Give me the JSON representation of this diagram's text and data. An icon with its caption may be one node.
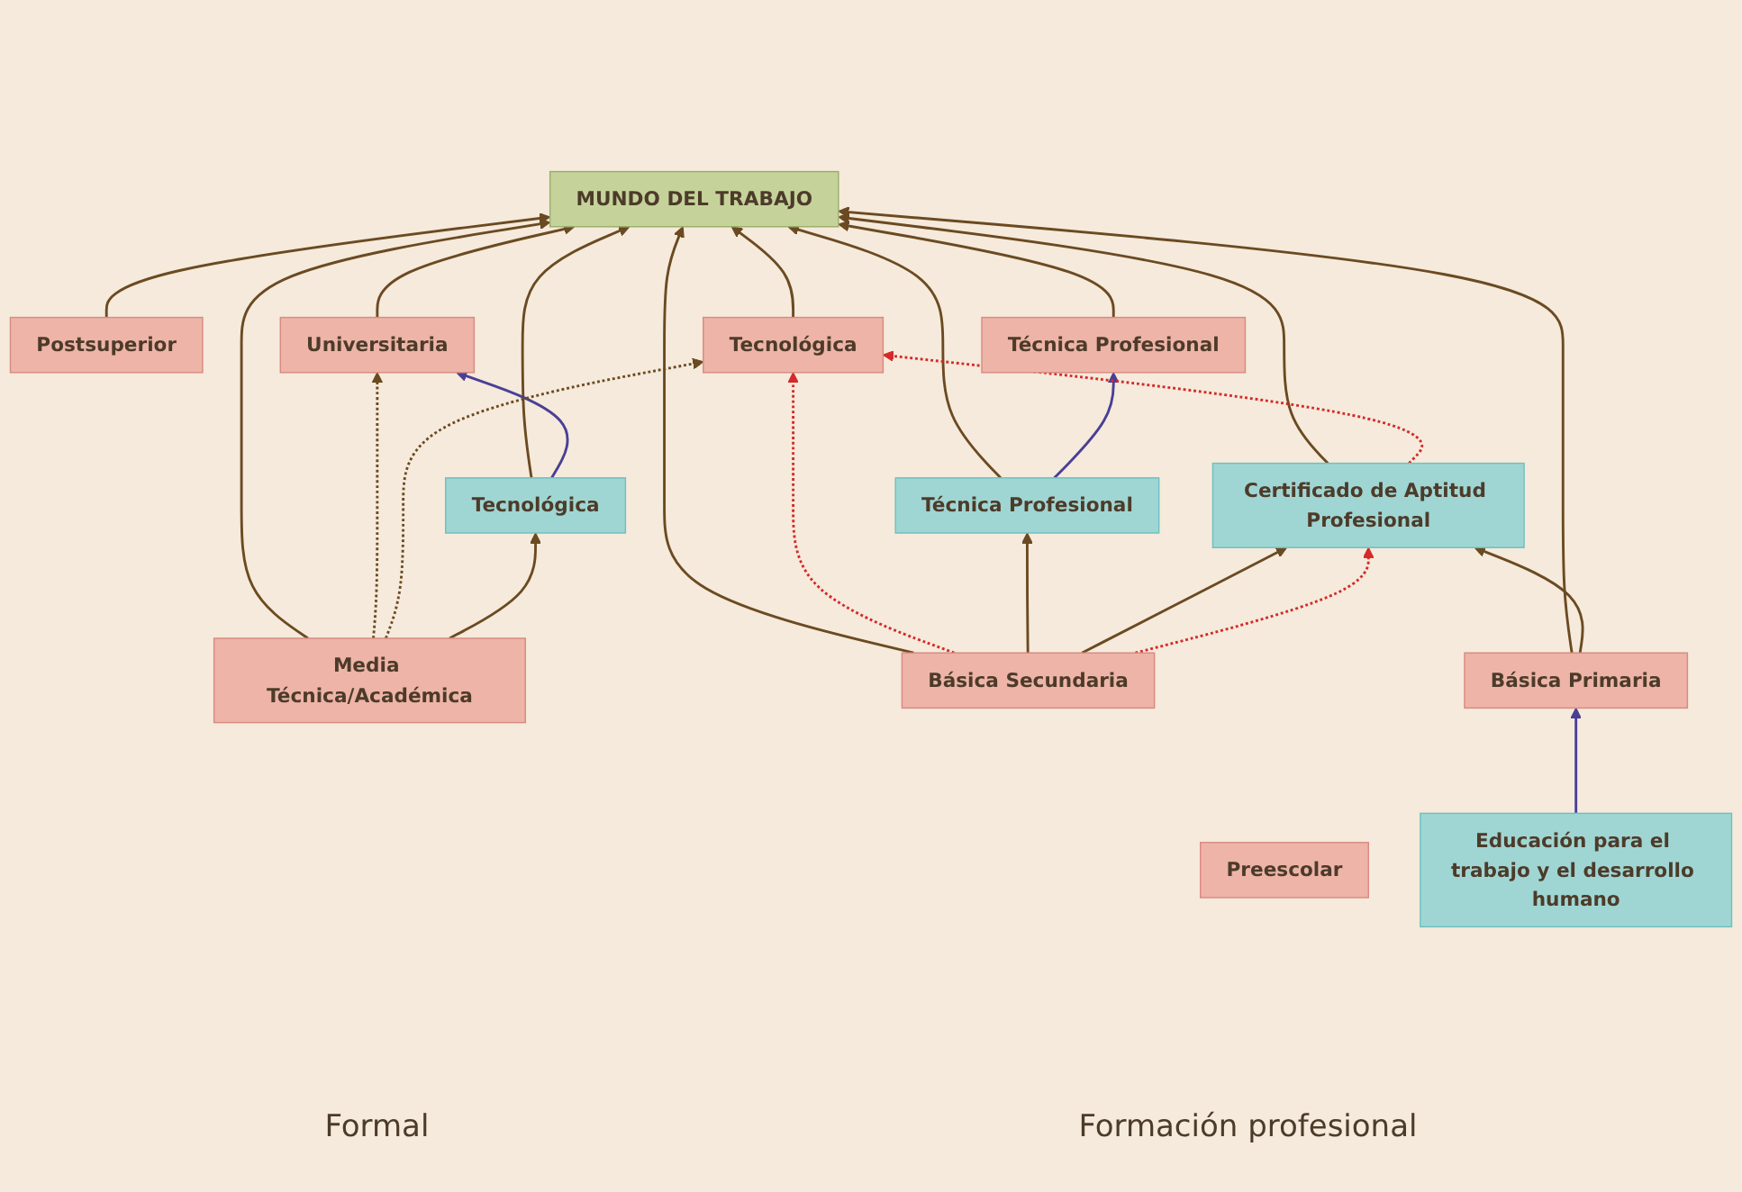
{
  "diagram": {
    "nodes": [
      {
        "text": [
          "MUNDO DEL TRABAJO"
        ]
      },
      {
        "text": [
          "Postsuperior"
        ]
      },
      {
        "text": [
          "Universitaria"
        ]
      },
      {
        "text": [
          "Tecnológica"
        ]
      },
      {
        "text": [
          "Técnica Profesional"
        ]
      },
      {
        "text": [
          "Media Técnica/Académica"
        ]
      },
      {
        "text": [
          "Básica Secundaria"
        ]
      },
      {
        "text": [
          "Básica Primaria"
        ]
      },
      {
        "text": [
          "Preescolar"
        ]
      },
      {
        "text": [
          "Tecnológica"
        ]
      },
      {
        "text": [
          "Técnica Profesional"
        ]
      },
      {
        "text": [
          "Certificado de Aptitud Profesional"
        ]
      },
      {
        "text": [
          "Educación para el trabajo y el desarrollo humano"
        ]
      }
    ],
    "edges": [
      {
        "from": 1,
        "to": 0,
        "arrow": "to"
      },
      {
        "from": 2,
        "to": 0,
        "arrow": "to"
      },
      {
        "from": 3,
        "to": 0,
        "arrow": "to"
      },
      {
        "from": 4,
        "to": 0,
        "arrow": "to"
      },
      {
        "from": 5,
        "to": 0,
        "arrow": "to"
      },
      {
        "from": 6,
        "to": 0,
        "arrow": "to"
      },
      {
        "from": 7,
        "to": 0,
        "arrow": "to"
      },
      {
        "from": 9,
        "to": 0,
        "arrow": "to"
      },
      {
        "from": 10,
        "to": 0,
        "arrow": "to"
      },
      {
        "from": 11,
        "to": 0,
        "arrow": "to"
      },
      {
        "from": 9,
        "to": 2,
        "arrow": "to",
        "color": "#4a3f95"
      },
      {
        "from": 10,
        "to": 4,
        "arrow": "to",
        "color": "#4a3f95"
      },
      {
        "from": 5,
        "to": 2,
        "arrow": "to",
        "style": "dashed"
      },
      {
        "from": 5,
        "to": 3,
        "arrow": "to",
        "style": "dashed"
      },
      {
        "from": 5,
        "to": 9,
        "arrow": "to"
      },
      {
        "from": 6,
        "to": 3,
        "arrow": "to",
        "style": "dashed",
        "color": "#d42a2a"
      },
      {
        "from": 11,
        "to": 3,
        "arrow": "to",
        "style": "dashed",
        "color": "#d42a2a"
      },
      {
        "from": 6,
        "to": 10,
        "arrow": "to"
      },
      {
        "from": 6,
        "to": 11,
        "arrow": "to"
      },
      {
        "from": 6,
        "to": 11,
        "arrow": "to",
        "style": "dashed",
        "color": "#d42a2a"
      },
      {
        "from": 7,
        "to": 11,
        "arrow": "to"
      },
      {
        "from": 12,
        "to": 7,
        "arrow": "to",
        "color": "#4a3f95"
      }
    ],
    "labels": [
      "Formal",
      "Formación profesional"
    ]
  }
}
